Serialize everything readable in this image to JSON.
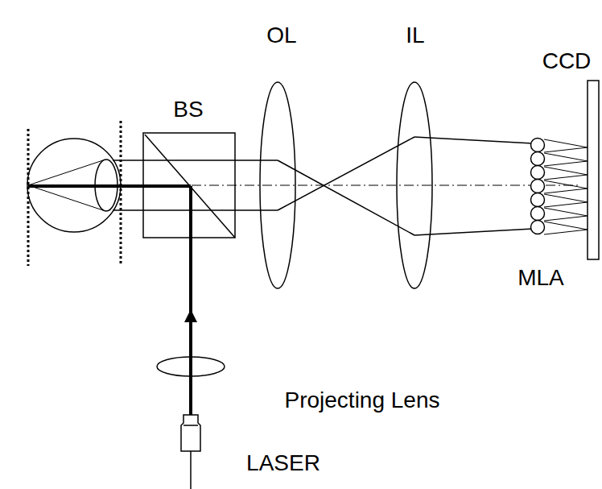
{
  "diagram": {
    "labels": [
      "OL",
      "IL",
      "CCD",
      "BS",
      "MLA",
      "Projecting Lens",
      "LASER"
    ]
  }
}
